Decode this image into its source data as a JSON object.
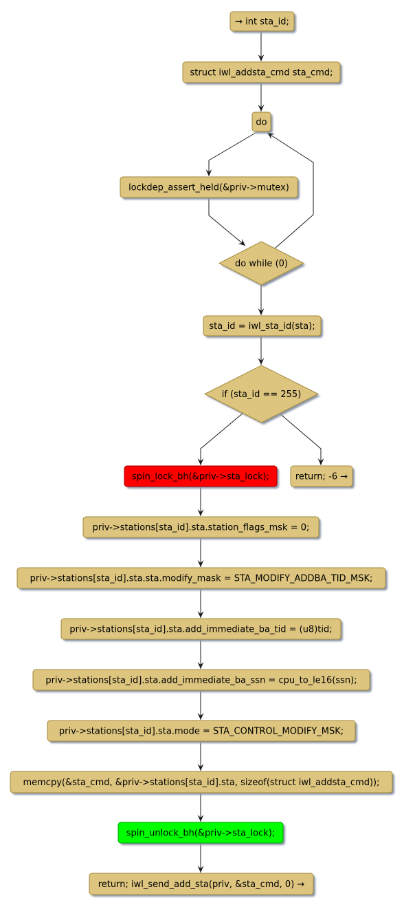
{
  "colors": {
    "action_fill": "#DDC57F",
    "action_stroke": "#A08838",
    "shadow": "#8E97A8",
    "lock_fill": "#FF0000",
    "lock_stroke": "#A80000",
    "unlock_fill": "#00FF00",
    "unlock_stroke": "#00A000",
    "edge": "#1A1A1A",
    "text": "#000000"
  },
  "nodes": [
    {
      "id": "n1",
      "kind": "action",
      "label": "→ int sta_id;"
    },
    {
      "id": "n2",
      "kind": "action",
      "label": "struct iwl_addsta_cmd sta_cmd;"
    },
    {
      "id": "n3",
      "kind": "action",
      "label": "do"
    },
    {
      "id": "n4",
      "kind": "action",
      "label": "lockdep_assert_held(&priv->mutex)"
    },
    {
      "id": "n5",
      "kind": "decision",
      "label": "do while (0)"
    },
    {
      "id": "n6",
      "kind": "action",
      "label": "sta_id = iwl_sta_id(sta);"
    },
    {
      "id": "n7",
      "kind": "decision",
      "label": "if (sta_id == 255)"
    },
    {
      "id": "n8",
      "kind": "lock",
      "label": "spin_lock_bh(&priv->sta_lock);"
    },
    {
      "id": "n9",
      "kind": "action",
      "label": "return; -6 →"
    },
    {
      "id": "n10",
      "kind": "action",
      "label": "priv->stations[sta_id].sta.station_flags_msk = 0;"
    },
    {
      "id": "n11",
      "kind": "action",
      "label": "priv->stations[sta_id].sta.sta.modify_mask = STA_MODIFY_ADDBA_TID_MSK;"
    },
    {
      "id": "n12",
      "kind": "action",
      "label": "priv->stations[sta_id].sta.add_immediate_ba_tid = (u8)tid;"
    },
    {
      "id": "n13",
      "kind": "action",
      "label": "priv->stations[sta_id].sta.add_immediate_ba_ssn = cpu_to_le16(ssn);"
    },
    {
      "id": "n14",
      "kind": "action",
      "label": "priv->stations[sta_id].sta.mode = STA_CONTROL_MODIFY_MSK;"
    },
    {
      "id": "n15",
      "kind": "action",
      "label": "memcpy(&sta_cmd, &priv->stations[sta_id].sta, sizeof(struct iwl_addsta_cmd));"
    },
    {
      "id": "n16",
      "kind": "unlock",
      "label": "spin_unlock_bh(&priv->sta_lock);"
    },
    {
      "id": "n17",
      "kind": "action",
      "label": "return; iwl_send_add_sta(priv, &sta_cmd, 0) →"
    }
  ],
  "edges": [
    {
      "from": "n1",
      "to": "n2"
    },
    {
      "from": "n2",
      "to": "n3"
    },
    {
      "from": "n3",
      "to": "n4"
    },
    {
      "from": "n4",
      "to": "n5"
    },
    {
      "from": "n5",
      "to": "n3"
    },
    {
      "from": "n5",
      "to": "n6"
    },
    {
      "from": "n6",
      "to": "n7"
    },
    {
      "from": "n7",
      "to": "n8"
    },
    {
      "from": "n7",
      "to": "n9"
    },
    {
      "from": "n8",
      "to": "n10"
    },
    {
      "from": "n10",
      "to": "n11"
    },
    {
      "from": "n11",
      "to": "n12"
    },
    {
      "from": "n12",
      "to": "n13"
    },
    {
      "from": "n13",
      "to": "n14"
    },
    {
      "from": "n14",
      "to": "n15"
    },
    {
      "from": "n15",
      "to": "n16"
    },
    {
      "from": "n16",
      "to": "n17"
    }
  ]
}
